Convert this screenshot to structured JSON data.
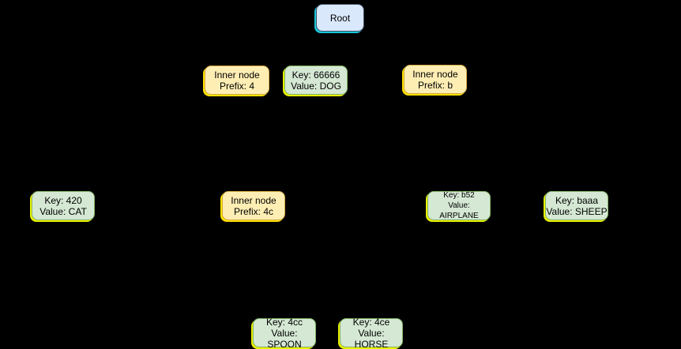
{
  "palette": {
    "background": "#000000",
    "root_fill": "#dae8fc",
    "root_border": "#3f5166",
    "root_glow": "#19c8dc",
    "inner_fill": "#ffeeb4",
    "inner_border": "#d3a842",
    "inner_glow": "#ffe200",
    "leaf_fill": "#d5e8d4",
    "leaf_border": "#82b366",
    "leaf_glow": "#e9f200",
    "text": "#000000"
  },
  "nodes": [
    {
      "id": "root",
      "line1": "Root",
      "line2": ""
    },
    {
      "id": "inner-4",
      "line1": "Inner node",
      "line2": "Prefix: 4"
    },
    {
      "id": "key-66666",
      "line1": "Key: 66666",
      "line2": "Value: DOG"
    },
    {
      "id": "inner-b",
      "line1": "Inner node",
      "line2": "Prefix: b"
    },
    {
      "id": "key-420",
      "line1": "Key: 420",
      "line2": "Value: CAT"
    },
    {
      "id": "inner-4c",
      "line1": "Inner node",
      "line2": "Prefix: 4c"
    },
    {
      "id": "key-b52",
      "line1": "Key: b52",
      "line2": "Value: AIRPLANE"
    },
    {
      "id": "key-baaa",
      "line1": "Key: baaa",
      "line2": "Value: SHEEP"
    },
    {
      "id": "key-4cc",
      "line1": "Key: 4cc",
      "line2": "Value: SPOON"
    },
    {
      "id": "key-4ce",
      "line1": "Key: 4ce",
      "line2": "Value: HORSE"
    }
  ]
}
